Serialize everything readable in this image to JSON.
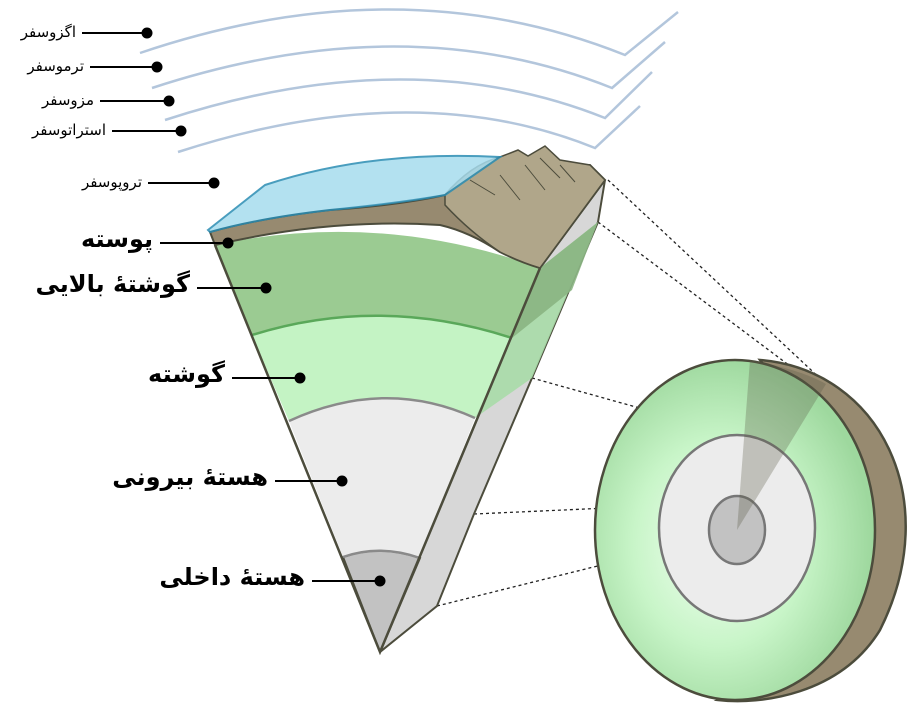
{
  "atmosphere_labels": {
    "exosphere": "اگزوسفر",
    "thermosphere": "ترموسفر",
    "mesosphere": "مزوسفر",
    "stratosphere": "استراتوسفر",
    "troposphere": "تروپوسفر"
  },
  "layer_labels": {
    "crust": "پوسته",
    "upper_mantle": "گوشتهٔ بالایی",
    "mantle": "گوشته",
    "outer_core": "هستهٔ بیرونی",
    "inner_core": "هستهٔ داخلی"
  },
  "colors": {
    "atmosphere_line": "#b3c6dc",
    "troposphere": "#a6dcee",
    "crust": "#978a70",
    "upper_mantle": "#9bcb92",
    "mantle": "#c4f3c4",
    "outer_core": "#ececec",
    "inner_core": "#c2c2c2",
    "outline": "#4c4c3c"
  }
}
